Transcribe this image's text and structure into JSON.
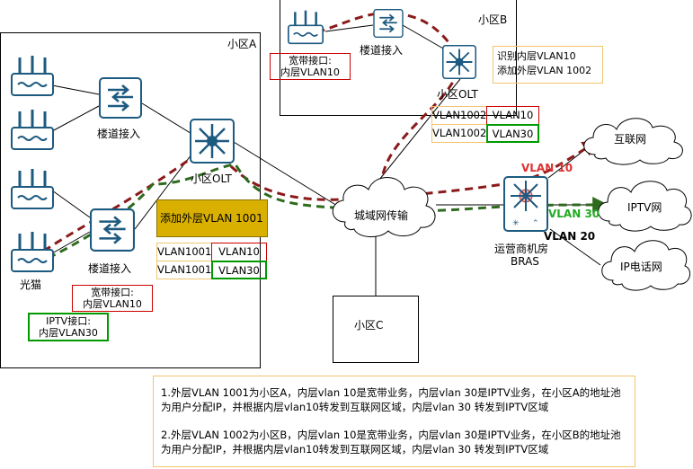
{
  "regions": {
    "a_label": "小区A",
    "b_label": "小区B",
    "c_label": "小区C"
  },
  "devices": {
    "corridor_a1": "楼道接入",
    "corridor_a2": "楼道接入",
    "corridor_b": "楼道接入",
    "modem": "光猫",
    "olt_a": "小区OLT",
    "olt_b": "小区OLT",
    "bras_line1": "运营商机房",
    "bras_line2": "BRAS",
    "metro": "城域网传输",
    "internet": "互联网",
    "iptv": "IPTV网",
    "ipphone": "IP电话网"
  },
  "boxes": {
    "broadband_a_line1": "宽带接口:",
    "broadband_a_line2": "内层VLAN10",
    "iptv_a_line1": "IPTV接口:",
    "iptv_a_line2": "内层VLAN30",
    "broadband_b_line1": "宽带接口:",
    "broadband_b_line2": "内层VLAN10",
    "olt_b_note_line1": "识别内层VLAN10",
    "olt_b_note_line2": "添加外层VLAN 1002",
    "olt_a_note": "添加外层VLAN 1001"
  },
  "vlan_table_a": [
    {
      "outer": "VLAN1001",
      "inner": "VLAN10"
    },
    {
      "outer": "VLAN1001",
      "inner": "VLAN30"
    }
  ],
  "vlan_table_b": [
    {
      "outer": "VLAN1002",
      "inner": "VLAN10"
    },
    {
      "outer": "VLAN1002",
      "inner": "VLAN30"
    }
  ],
  "bras_labels": {
    "vlan10": "VLAN 10",
    "vlan30": "VLAN 30",
    "vlan20": "VLAN 20"
  },
  "notes": [
    "1.外层VLAN 1001为小区A，内层vlan 10是宽带业务，内层vlan 30是IPTV业务，在小区A的地址池为用户分配IP，并根据内层vlan10转发到互联网区域，内层vlan 30 转发到IPTV区域",
    "2.外层VLAN 1002为小区B，内层vlan 10是宽带业务，内层vlan 30是IPTV业务，在小区B的地址池为用户分配IP，并根据内层vlan10转发到互联网区域，内层vlan 30 转发到IPTV区域"
  ],
  "colors": {
    "broadband_path": "#8b1a1a",
    "iptv_path": "#2e6b1e",
    "device_blue": "#1d5a80",
    "red_label": "#e03030",
    "green_label": "#22aa22"
  }
}
